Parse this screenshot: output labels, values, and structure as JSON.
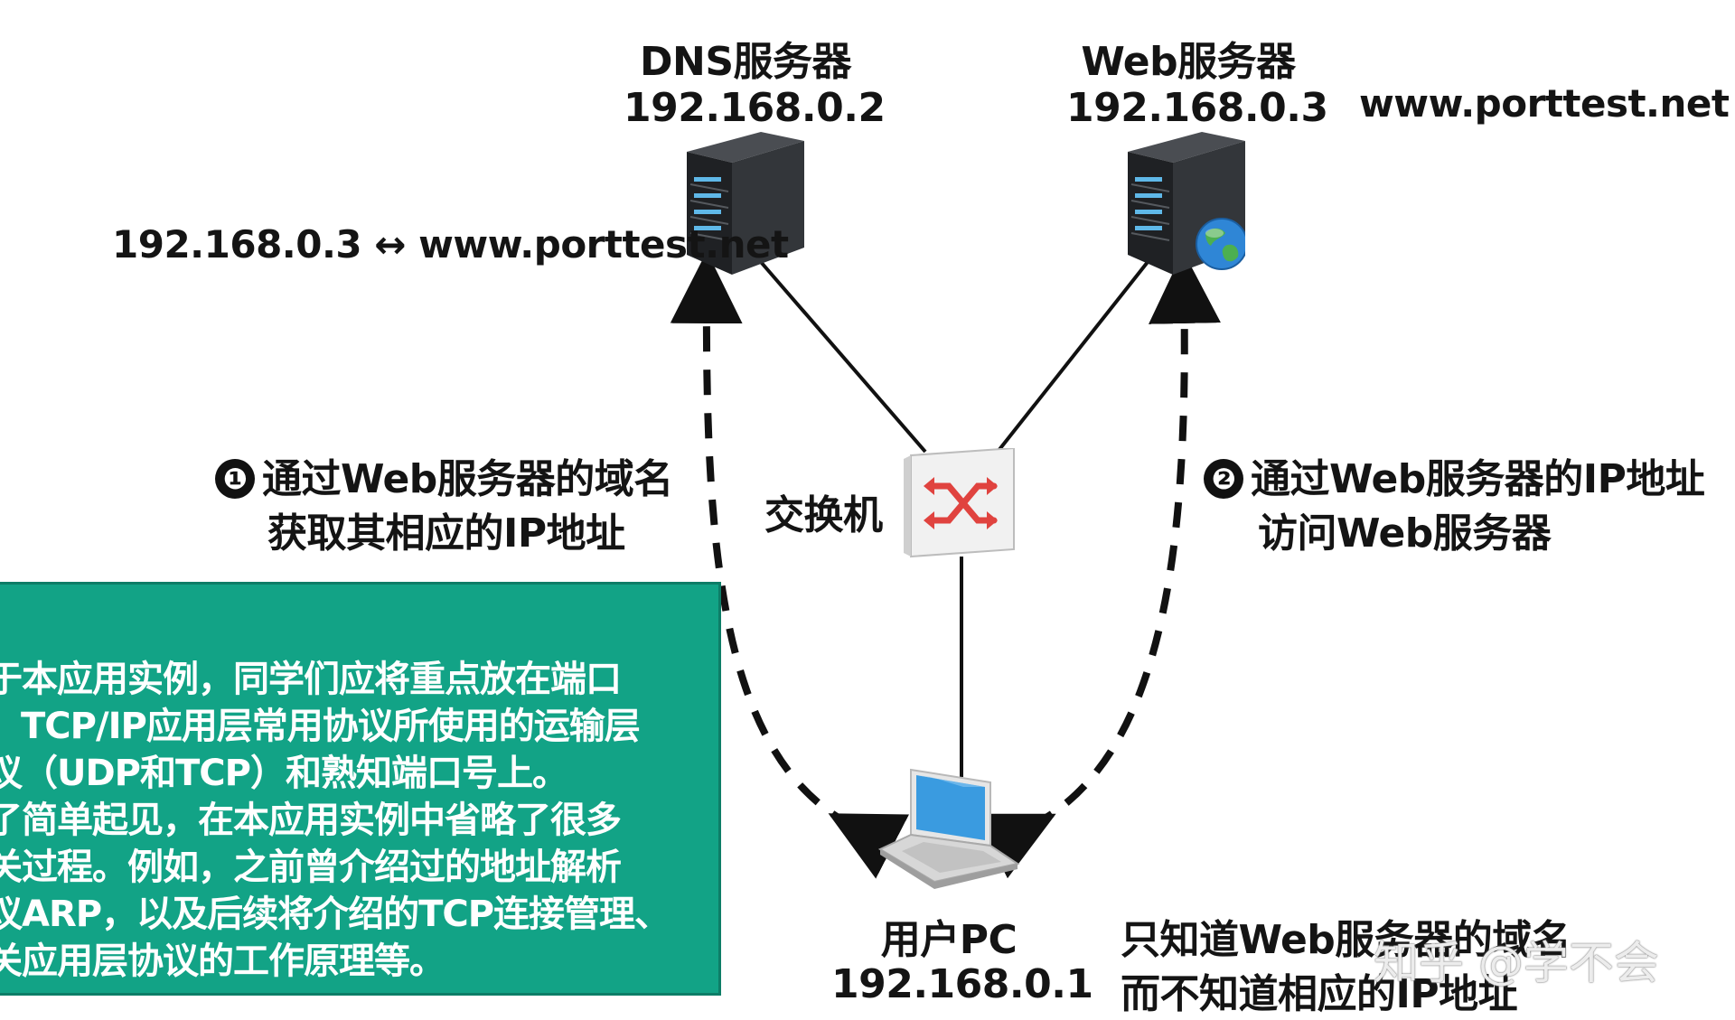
{
  "dns_server": {
    "name": "DNS服务器",
    "ip": "192.168.0.2"
  },
  "web_server": {
    "name": "Web服务器",
    "ip": "192.168.0.3",
    "domain": "www.porttest.net"
  },
  "dns_mapping": "192.168.0.3 ↔ www.porttest.net",
  "switch": {
    "label": "交换机"
  },
  "user_pc": {
    "name": "用户PC",
    "ip": "192.168.0.1"
  },
  "step1": {
    "badge": "❶",
    "line1": "通过Web服务器的域名",
    "line2": "获取其相应的IP地址"
  },
  "step2": {
    "badge": "❷",
    "line1": "通过Web服务器的IP地址",
    "line2": "访问Web服务器"
  },
  "pc_note": {
    "line1": "只知道Web服务器的域名",
    "line2": "而不知道相应的IP地址"
  },
  "note_box": {
    "lines": [
      "于本应用实例，同学们应将重点放在端口",
      "TCP/IP应用层常用协议所使用的运输层",
      "议（UDP和TCP）和熟知端口号上。",
      "了简单起见，在本应用实例中省略了很多",
      "关过程。例如，之前曾介绍过的地址解析",
      "议ARP，以及后续将介绍的TCP连接管理、",
      "关应用层协议的工作原理等。"
    ],
    "color": "#12a386"
  },
  "watermark": "知乎 @学不会",
  "colors": {
    "switch_arrow": "#e0433f",
    "screen": "#3a9be0",
    "server_body": "#2b2d30"
  }
}
